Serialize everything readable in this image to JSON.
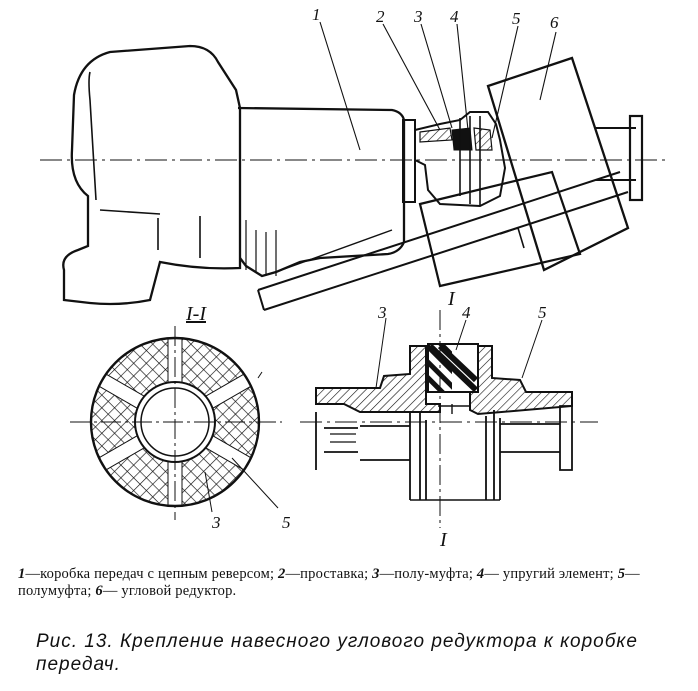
{
  "callouts": {
    "c1": "1",
    "c2": "2",
    "c3": "3",
    "c4": "4",
    "c5": "5",
    "c6": "6"
  },
  "section": {
    "title": "I-I",
    "mark_top": "I",
    "mark_bottom": "I"
  },
  "section_labels": {
    "left_3": "3",
    "left_5": "5",
    "right_3": "3",
    "right_4": "4",
    "right_5": "5"
  },
  "legend": [
    {
      "num": "1",
      "text": "—коробка передач с цепным реверсом; "
    },
    {
      "num": "2",
      "text": "—проставка; "
    },
    {
      "num": "3",
      "text": "—полу-муфта; "
    },
    {
      "num": "4",
      "text": "— упругий элемент; "
    },
    {
      "num": "5",
      "text": "— полумуфта; "
    },
    {
      "num": "6",
      "text": "— угловой редуктор."
    }
  ],
  "caption": "Рис. 13. Крепление навесного углового редуктора к коробке передач."
}
